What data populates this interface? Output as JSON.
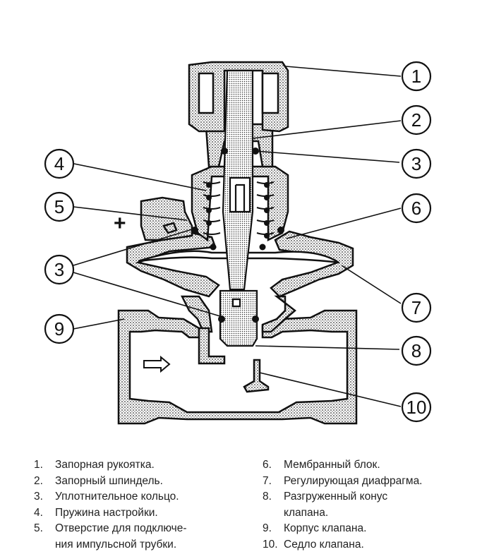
{
  "callouts": [
    "1",
    "2",
    "3",
    "4",
    "5",
    "6",
    "3",
    "7",
    "9",
    "8",
    "10"
  ],
  "plus_sign": "+",
  "legend_left": [
    {
      "num": "1.",
      "text": "Запорная рукоятка."
    },
    {
      "num": "2.",
      "text": "Запорный шпиндель."
    },
    {
      "num": "3.",
      "text": "Уплотнительное кольцо."
    },
    {
      "num": "4.",
      "text": "Пружина настройки."
    },
    {
      "num": "5.",
      "text": "Отверстие для подключе-",
      "cont": "ния импульсной трубки."
    }
  ],
  "legend_right": [
    {
      "num": "6.",
      "text": "Мембранный блок."
    },
    {
      "num": "7.",
      "text": "Регулирующая диафрагма."
    },
    {
      "num": "8.",
      "text": "Разгруженный конус",
      "cont": "клапана."
    },
    {
      "num": "9.",
      "text": "Корпус клапана."
    },
    {
      "num": "10.",
      "text": "Седло клапана."
    }
  ]
}
